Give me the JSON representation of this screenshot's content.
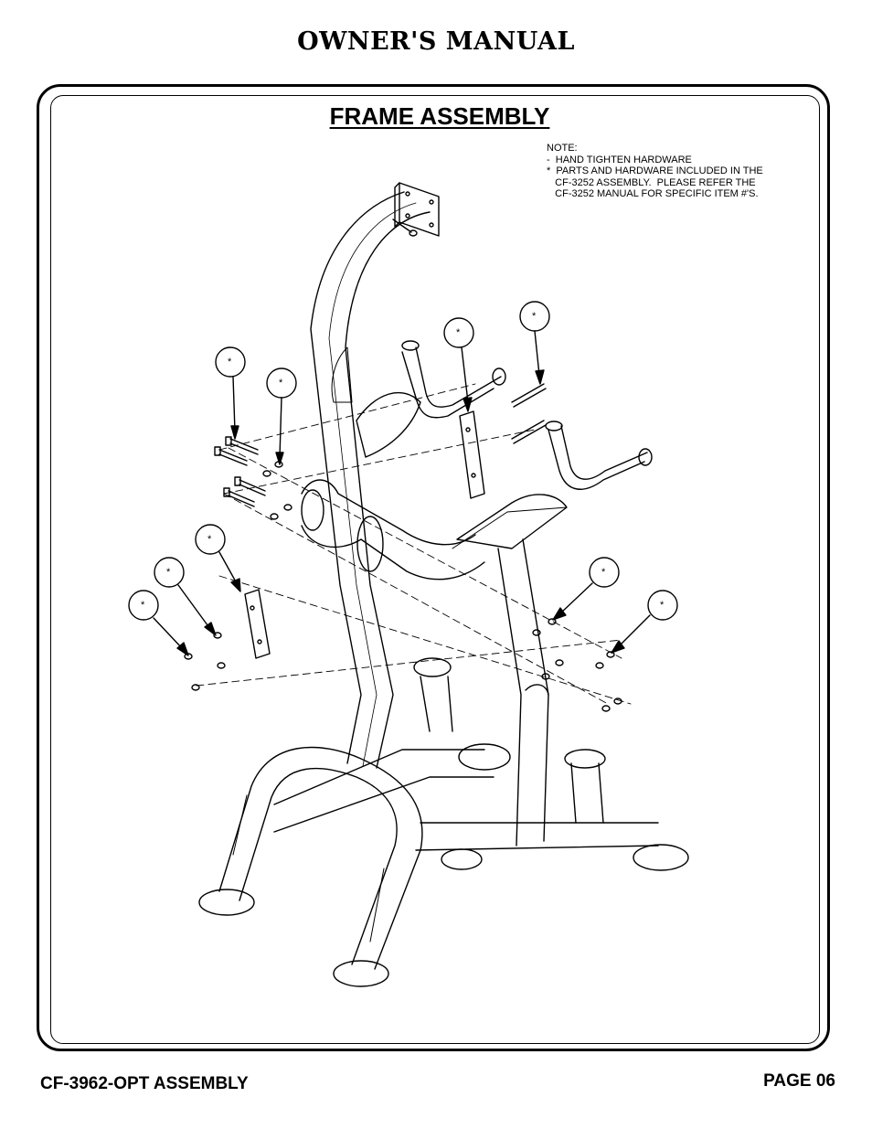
{
  "header": {
    "title": "OWNER'S MANUAL"
  },
  "section": {
    "title": "FRAME ASSEMBLY"
  },
  "note": {
    "lines": [
      "NOTE:",
      "-  HAND TIGHTEN HARDWARE",
      "*  PARTS AND HARDWARE INCLUDED IN THE",
      "   CF-3252 ASSEMBLY.  PLEASE REFER THE",
      "   CF-3252 MANUAL FOR SPECIFIC ITEM #'S."
    ]
  },
  "callouts": {
    "mark": "*"
  },
  "footer": {
    "model": "CF-3962-OPT ASSEMBLY",
    "page": "PAGE 06"
  }
}
